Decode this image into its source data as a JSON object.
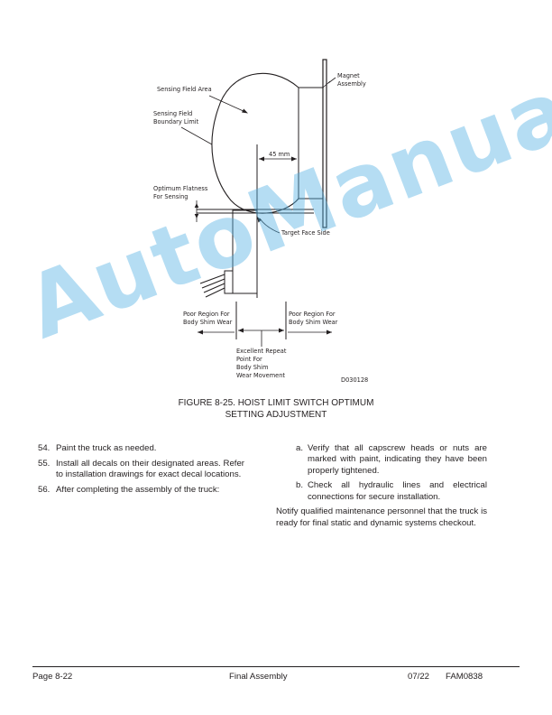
{
  "figure": {
    "labels": {
      "magnet_assembly": [
        "Magnet",
        "Assembly"
      ],
      "sensing_field_area": "Sensing Field Area",
      "boundary_limit": [
        "Sensing Field",
        "Boundary Limit"
      ],
      "dimension": "45 mm",
      "optimum_flatness": [
        "Optimum Flatness",
        "For Sensing"
      ],
      "target_face_side": "Target Face Side",
      "poor_region_left": [
        "Poor Region For",
        "Body Shim Wear"
      ],
      "poor_region_right": [
        "Poor Region For",
        "Body Shim Wear"
      ],
      "excellent": [
        "Excellent Repeat",
        "Point For",
        "Body Shim",
        "Wear Movement"
      ],
      "drawing_id": "D030128"
    },
    "caption_line1": "FIGURE 8-25. HOIST LIMIT SWITCH OPTIMUM",
    "caption_line2": "SETTING ADJUSTMENT"
  },
  "left_steps": [
    {
      "number": "54.",
      "text": "Paint the truck as needed."
    },
    {
      "number": "55.",
      "text": "Install all decals on their designated areas. Refer to installation drawings for exact decal locations."
    },
    {
      "number": "56.",
      "text": "After completing the assembly of the truck:"
    }
  ],
  "right_substeps": [
    {
      "letter": "a.",
      "text": "Verify that all capscrew heads or nuts are marked with paint, indicating they have been properly tightened."
    },
    {
      "letter": "b.",
      "text": "Check all hydraulic lines and electrical connections for secure installation."
    }
  ],
  "right_paragraph": "Notify qualified maintenance personnel that the truck is ready for final static and dynamic systems checkout.",
  "watermark": "AutoManual",
  "footer": {
    "page": "Page 8-22",
    "section": "Final Assembly",
    "date": "07/22",
    "doc_id": "FAM0838"
  }
}
